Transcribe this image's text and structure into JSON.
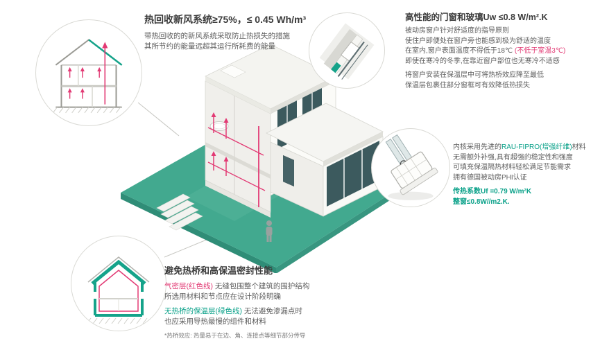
{
  "colors": {
    "teal_accent": "#0aa189",
    "ground_teal": "#42a98f",
    "magenta": "#e23a74",
    "title_text": "#3b3b3b",
    "body_text": "#5e5e5e"
  },
  "hrv": {
    "title": "热回收新风系统≥75%，≤ 0.45 Wh/m³",
    "lines": [
      "带热回收的的新风系统采取防止热损失的措施",
      "其所节约的能量远超其运行所耗费的能量"
    ]
  },
  "windows": {
    "title": "高性能的门窗和玻璃Uw ≤0.8 W/m².K",
    "line1": "被动房窗户针对舒适度的指导原则",
    "line2": "使住户即便处在窗户旁也能感到极为舒适的温度",
    "line3_pre": "在室内,窗户表面温度不得低于18℃ ",
    "line3_red": "(不低于室温3℃)",
    "line4": "即使在寒冷的冬季,在靠近窗户部位也无寒冷不适感",
    "line5": "将窗户安装在保温层中可将热桥效应降至最低",
    "line6": "保温层包裹住部分窗框可有效降低热损失"
  },
  "profile": {
    "line1_pre": "内核采用先进的",
    "line1_green": "RAU-FIPRO(增强纤维)",
    "line1_post": "材料",
    "line2": "无需额外补强,具有超强的稳定性和强度",
    "line3": "可填充保温隔热材料轻松满足节能需求",
    "line4": "拥有德国被动房PHI认证",
    "uf": "传热系数Uf =0.79 W/m²K",
    "uw": "整窗≤0.8W//m2.K."
  },
  "thermal": {
    "title": "避免热桥和高保温密封性能",
    "airtight_label": "气密层(红色线)",
    "airtight_text": " 无缝包围整个建筑的围护结构",
    "line2": "所选用材料和节点应在设计阶段明确",
    "insul_label": "无热桥的保温层(绿色线)",
    "insul_text": " 无法避免渗漏点时",
    "line4": "也应采用导热最慢的组件和材料",
    "footnote": "*热桥效应: 热量易于在边、角、连接点等细节部分传导"
  }
}
